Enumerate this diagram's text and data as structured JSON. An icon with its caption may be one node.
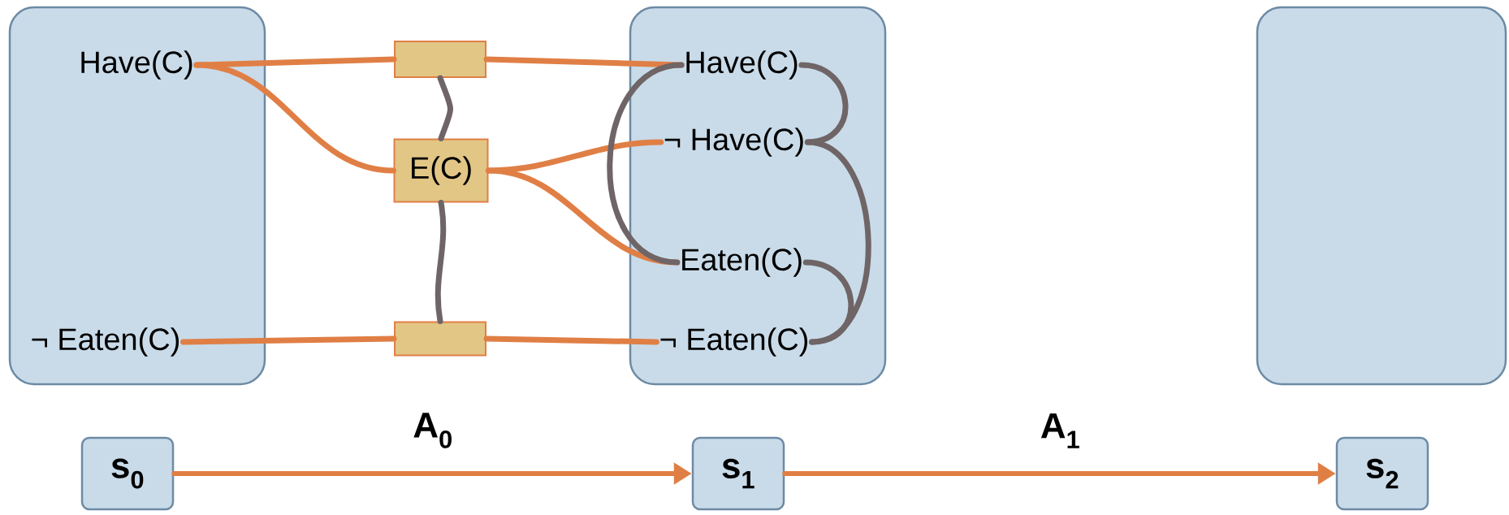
{
  "diagram": {
    "nodes": [
      {
        "text": [],
        "shape": "box"
      },
      {
        "text": [
          "Have(C)"
        ],
        "in": 0
      },
      {
        "text": [
          "¬ Eaten(C)"
        ],
        "in": 0
      },
      {
        "text": [],
        "shape": "box"
      },
      {
        "text": [
          "E(C)"
        ]
      },
      {
        "text": [],
        "shape": "box"
      },
      {
        "text": [],
        "shape": "box"
      },
      {
        "text": [
          "Have(C)"
        ],
        "in": 6
      },
      {
        "text": [
          "¬ Have(C)"
        ],
        "in": 6
      },
      {
        "text": [
          "Eaten(C)"
        ],
        "in": 6
      },
      {
        "text": [
          "¬ Eaten(C)"
        ],
        "in": 6
      },
      {
        "text": [],
        "shape": "box"
      },
      {
        "text": [
          "s$_{0}$"
        ]
      },
      {
        "text": [
          "s$_{1}$"
        ]
      },
      {
        "text": [
          "s$_{2}$"
        ]
      }
    ],
    "edges": [
      {
        "from": 1,
        "to": 3,
        "arrow": "none"
      },
      {
        "from": 3,
        "to": 7,
        "arrow": "none"
      },
      {
        "from": 1,
        "to": 4,
        "arrow": "none"
      },
      {
        "from": 4,
        "to": 8,
        "arrow": "none"
      },
      {
        "from": 4,
        "to": 9,
        "arrow": "none"
      },
      {
        "from": 2,
        "to": 5,
        "arrow": "none"
      },
      {
        "from": 5,
        "to": 10,
        "arrow": "none"
      },
      {
        "from": 3,
        "to": 4,
        "arrow": "none",
        "color": "#6f6566"
      },
      {
        "from": 4,
        "to": 5,
        "arrow": "none",
        "color": "#6f6566"
      },
      {
        "from": 7,
        "to": 9,
        "arrow": "none",
        "color": "#6f6566"
      },
      {
        "from": 7,
        "to": 8,
        "arrow": "none",
        "color": "#6f6566"
      },
      {
        "from": 8,
        "to": 10,
        "arrow": "none",
        "color": "#6f6566"
      },
      {
        "from": 9,
        "to": 10,
        "arrow": "none",
        "color": "#6f6566"
      },
      {
        "from": 12,
        "to": 13,
        "arrow": "to",
        "label": "A$_{0}$"
      },
      {
        "from": 13,
        "to": 14,
        "arrow": "to",
        "label": "A$_{1}$"
      }
    ]
  }
}
